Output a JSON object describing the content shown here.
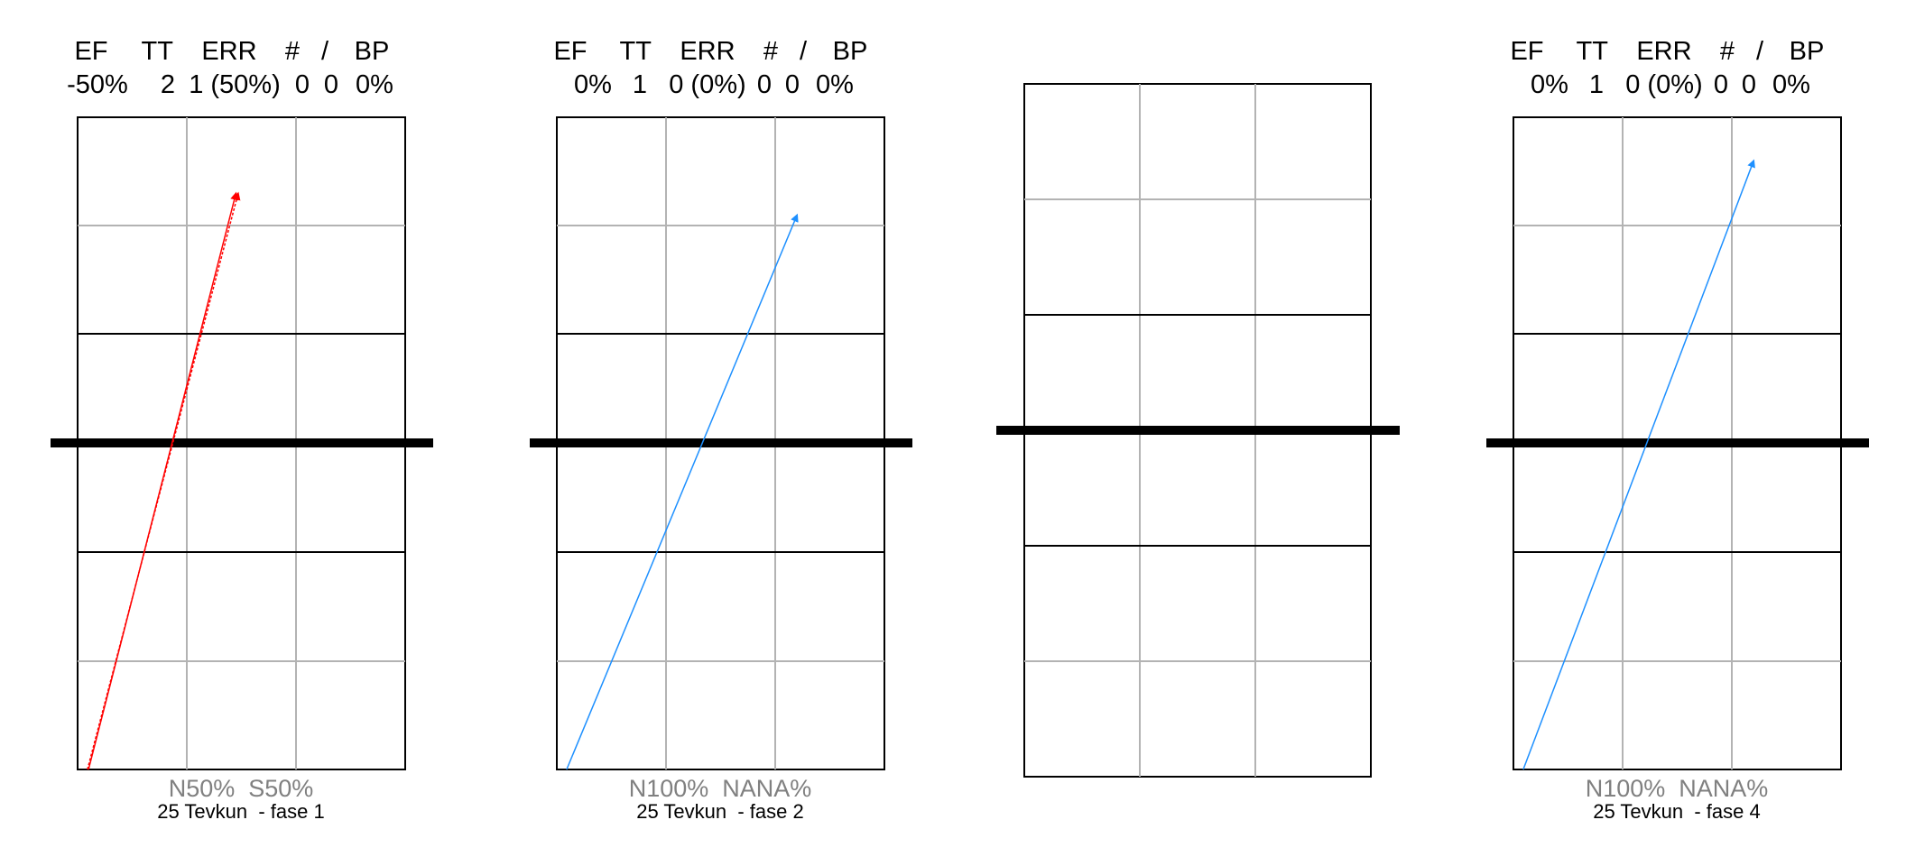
{
  "chart_data": [
    {
      "type": "serve-direction-court",
      "stats_headers": [
        "EF",
        "TT",
        "ERR",
        "#",
        "/",
        "BP"
      ],
      "stats_values": [
        "-50%",
        "2",
        "1 (50%)",
        "0",
        "0",
        "0%"
      ],
      "footer_stats": "N50%  S50%",
      "caption": "25 Tevkun  - fase 1",
      "arrows": [
        {
          "color": "#ff0000",
          "from": [
            0.1,
            0.0
          ],
          "to": [
            1.45,
            5.3
          ]
        },
        {
          "color": "#ff0000",
          "from": [
            0.09,
            0.0
          ],
          "to": [
            1.47,
            5.3
          ]
        }
      ]
    },
    {
      "type": "serve-direction-court",
      "stats_headers": [
        "EF",
        "TT",
        "ERR",
        "#",
        "/",
        "BP"
      ],
      "stats_values": [
        "0%",
        "1",
        "0 (0%)",
        "0",
        "0",
        "0%"
      ],
      "footer_stats": "N100%  NANA%",
      "caption": "25 Tevkun  - fase 2",
      "arrows": [
        {
          "color": "#1e90ff",
          "from": [
            0.09,
            0.0
          ],
          "to": [
            2.2,
            5.1
          ]
        }
      ]
    },
    {
      "type": "serve-direction-court",
      "stats_headers": [],
      "stats_values": [],
      "footer_stats": "",
      "caption": "",
      "arrows": []
    },
    {
      "type": "serve-direction-court",
      "stats_headers": [
        "EF",
        "TT",
        "ERR",
        "#",
        "/",
        "BP"
      ],
      "stats_values": [
        "0%",
        "1",
        "0 (0%)",
        "0",
        "0",
        "0%"
      ],
      "footer_stats": "N100%  NANA%",
      "caption": "25 Tevkun  - fase 4",
      "arrows": [
        {
          "color": "#1e90ff",
          "from": [
            0.09,
            0.0
          ],
          "to": [
            2.2,
            5.6
          ]
        }
      ]
    }
  ],
  "colors": {
    "court_outline": "#000000",
    "grid_line": "#b3b3b3",
    "net": "#000000",
    "footer_text": "#808080",
    "text": "#000000"
  }
}
